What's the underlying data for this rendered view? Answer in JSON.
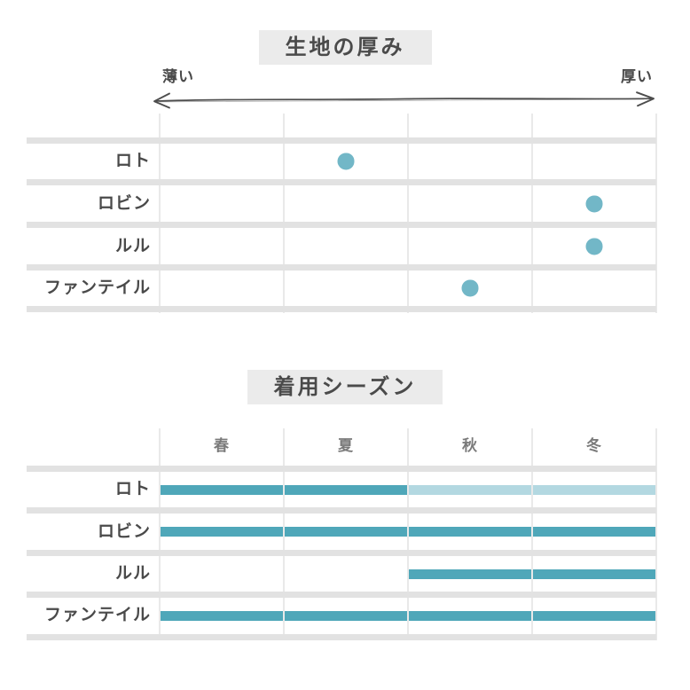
{
  "page": {
    "background": "#ffffff",
    "text_color": "#4a4a4a"
  },
  "colors": {
    "title_background": "#ebebeb",
    "grid_band": "#e2e2e2",
    "grid_line": "#e9e9e9",
    "bar_teal": "#4fa7b9",
    "bar_light_blue": "#b3d8e1",
    "dot_teal": "#72b7c7",
    "arrow": "#4d4d4d",
    "season_header_text": "#7a7a7a"
  },
  "chart_data": [
    {
      "type": "scatter",
      "title": "生地の厚み",
      "axis": {
        "left_label": "薄い",
        "right_label": "厚い",
        "min": 0,
        "max": 4,
        "style": "hand-drawn double arrow"
      },
      "categories": [
        "ロト",
        "ロビン",
        "ルル",
        "ファンテイル"
      ],
      "values": [
        1.5,
        3.5,
        3.5,
        2.5
      ],
      "value_note": "dot position on 0(thin)-4(thick) scale, centered in grid columns 1,3,3,2",
      "dot_color": "#72b7c7",
      "grid_columns": 4,
      "legend": "none"
    },
    {
      "type": "bar",
      "title": "着用シーズン",
      "x": [
        "春",
        "夏",
        "秋",
        "冬"
      ],
      "categories": [
        "ロト",
        "ロビン",
        "ルル",
        "ファンテイル"
      ],
      "series": [
        {
          "name": "ロト",
          "segments": [
            {
              "from": 0,
              "to": 2,
              "color": "#4fa7b9"
            },
            {
              "from": 2,
              "to": 4,
              "color": "#b3d8e1"
            }
          ]
        },
        {
          "name": "ロビン",
          "segments": [
            {
              "from": 0,
              "to": 4,
              "color": "#4fa7b9"
            }
          ]
        },
        {
          "name": "ルル",
          "segments": [
            {
              "from": 2,
              "to": 4,
              "color": "#4fa7b9"
            }
          ]
        },
        {
          "name": "ファンテイル",
          "segments": [
            {
              "from": 0,
              "to": 4,
              "color": "#4fa7b9"
            }
          ]
        }
      ],
      "segment_note": "from/to are season column indices: 0=春 1=夏 2=秋 3=冬(end=4)",
      "legend": "none"
    }
  ]
}
